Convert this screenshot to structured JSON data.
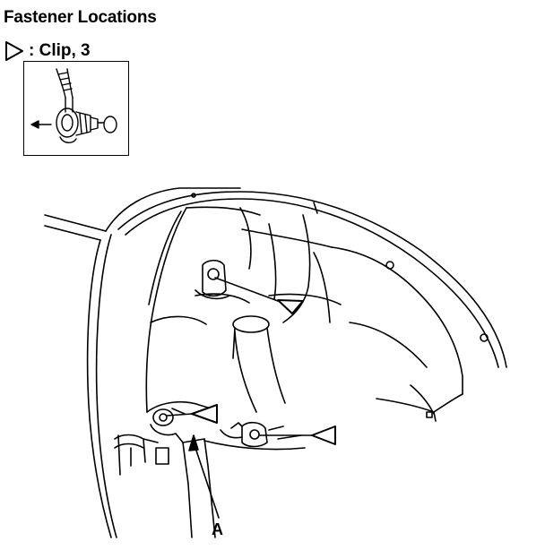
{
  "title": "Fastener Locations",
  "legend": {
    "icon": "open-triangle-icon",
    "text": ": Clip, 3"
  },
  "callouts": {
    "part_a": "A"
  },
  "colors": {
    "line": "#000000",
    "background": "#ffffff"
  }
}
